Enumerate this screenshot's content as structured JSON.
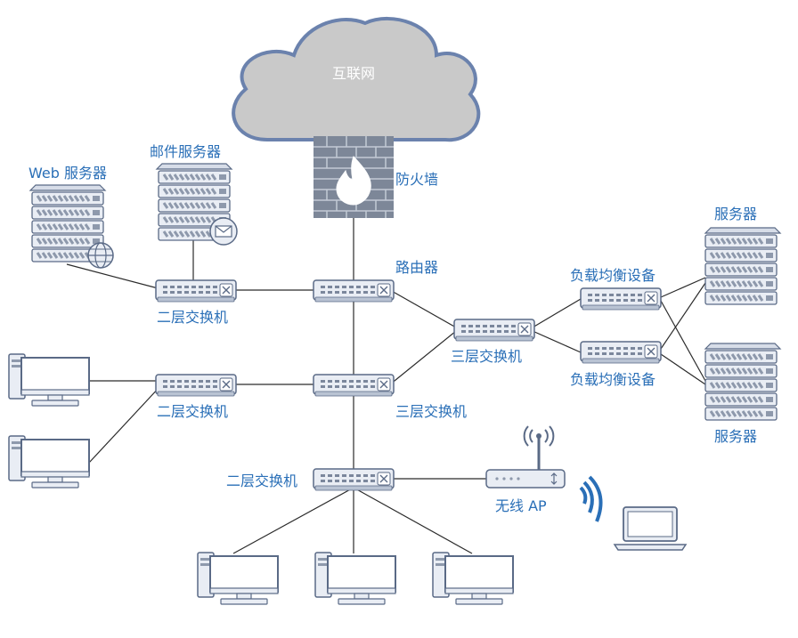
{
  "diagram": {
    "labels": {
      "internet": "互联网",
      "firewall": "防火墙",
      "router": "路由器",
      "web_server": "Web 服务器",
      "mail_server": "邮件服务器",
      "l2_switch_top": "二层交换机",
      "l2_switch_mid": "二层交换机",
      "l2_switch_bottom": "二层交换机",
      "l3_switch_core": "三层交换机",
      "l3_switch_right": "三层交换机",
      "lb_top": "负载均衡设备",
      "lb_bottom": "负载均衡设备",
      "server_top": "服务器",
      "server_bottom": "服务器",
      "wireless_ap": "无线 AP"
    },
    "colors": {
      "label": "#2a6fb7",
      "cloud_fill": "#c9c9c9",
      "cloud_stroke": "#6b82ad",
      "device_fill": "#e9edf4",
      "device_stroke": "#5a6a86",
      "server_slot": "#8e99ac",
      "firewall_brick": "#7d8798",
      "line": "#2b2b2b"
    },
    "icons": [
      "cloud-icon",
      "firewall-icon",
      "switch-icon",
      "server-icon",
      "mail-icon",
      "globe-icon",
      "desktop-computer-icon",
      "laptop-icon",
      "wifi-signal-icon",
      "antenna-icon"
    ]
  }
}
